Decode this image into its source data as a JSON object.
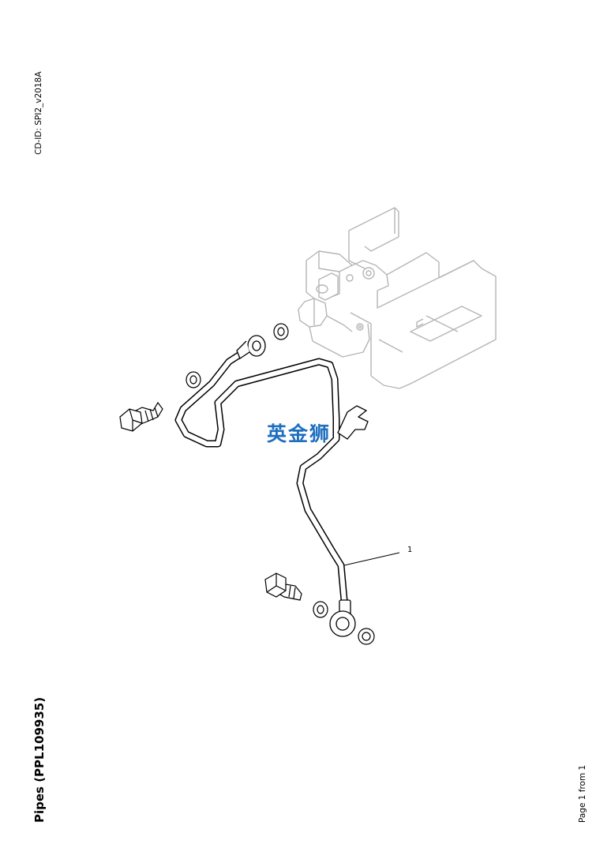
{
  "document": {
    "cd_id": "CD-ID: SPI2_v2018A",
    "title": "Pipes (PPL109935)",
    "page_info": "Page 1 from 1"
  },
  "drawing": {
    "callouts": [
      "1"
    ],
    "watermark": "英金狮"
  }
}
